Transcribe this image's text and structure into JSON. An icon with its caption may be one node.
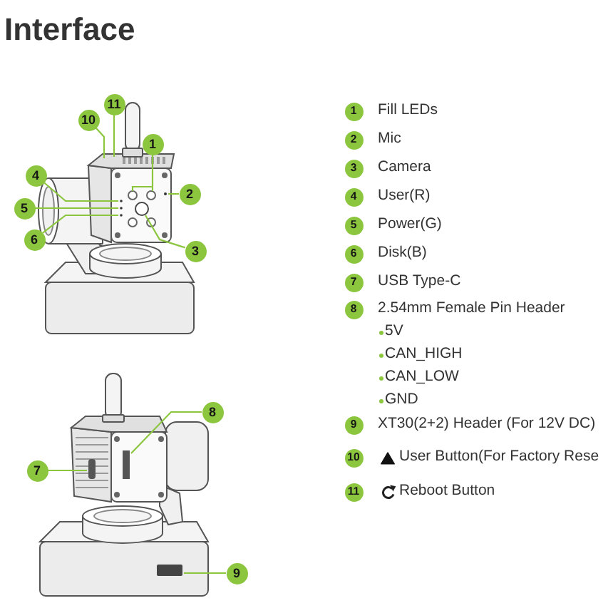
{
  "diagram": {
    "title": "Interface",
    "nodes": [
      {
        "text": [
          "1"
        ]
      },
      {
        "text": [
          "2"
        ]
      },
      {
        "text": [
          "3"
        ]
      },
      {
        "text": [
          "4"
        ]
      },
      {
        "text": [
          "5"
        ]
      },
      {
        "text": [
          "6"
        ]
      },
      {
        "text": [
          "7"
        ]
      },
      {
        "text": [
          "8"
        ]
      },
      {
        "text": [
          "9"
        ]
      },
      {
        "text": [
          "10"
        ]
      },
      {
        "text": [
          "11"
        ]
      },
      {
        "text": [
          "1"
        ],
        "beside": [
          "Fill LEDs"
        ]
      },
      {
        "text": [
          "2"
        ],
        "beside": [
          "Mic"
        ]
      },
      {
        "text": [
          "3"
        ],
        "beside": [
          "Camera"
        ]
      },
      {
        "text": [
          "4"
        ],
        "beside": [
          "User(R)"
        ]
      },
      {
        "text": [
          "5"
        ],
        "beside": [
          "Power(G)"
        ]
      },
      {
        "text": [
          "6"
        ],
        "beside": [
          "Disk(B)"
        ]
      },
      {
        "text": [
          "7"
        ],
        "beside": [
          "USB Type-C"
        ]
      },
      {
        "text": [
          "8"
        ],
        "beside": [
          "2.54mm Female Pin Header",
          "5V",
          "CAN_HIGH",
          "CAN_LOW",
          "GND"
        ]
      },
      {
        "text": [
          "9"
        ],
        "beside": [
          "XT30(2+2) Header (For 12V DC)"
        ]
      },
      {
        "text": [
          "10"
        ],
        "beside": [
          "User Button(For Factory Rese"
        ]
      },
      {
        "text": [
          "11"
        ],
        "beside": [
          "Reboot Button"
        ]
      }
    ],
    "edges": [
      {
        "from": 0,
        "to": null,
        "arrow": "none"
      },
      {
        "from": 1,
        "to": null,
        "arrow": "none"
      },
      {
        "from": 2,
        "to": null,
        "arrow": "none"
      },
      {
        "from": 3,
        "to": null,
        "arrow": "none"
      },
      {
        "from": 4,
        "to": null,
        "arrow": "none"
      },
      {
        "from": 5,
        "to": null,
        "arrow": "none"
      },
      {
        "from": 6,
        "to": null,
        "arrow": "none"
      },
      {
        "from": 7,
        "to": null,
        "arrow": "none"
      },
      {
        "from": 8,
        "to": null,
        "arrow": "none"
      },
      {
        "from": 9,
        "to": null,
        "arrow": "none"
      },
      {
        "from": 10,
        "to": null,
        "arrow": "none"
      }
    ]
  }
}
